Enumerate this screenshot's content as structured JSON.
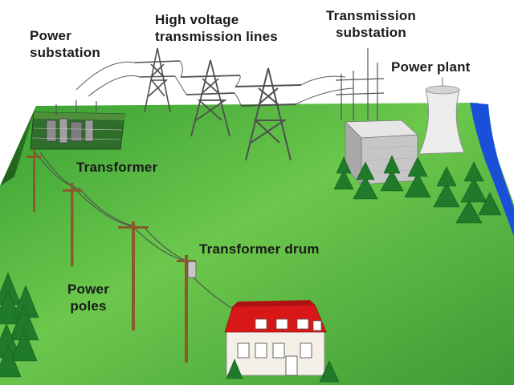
{
  "labels": {
    "power_substation": [
      "Power",
      "substation"
    ],
    "high_voltage_lines": [
      "High voltage",
      "transmission lines"
    ],
    "transmission_substation": [
      "Transmission",
      "substation"
    ],
    "power_plant": "Power plant",
    "transformer": "Transformer",
    "transformer_drum": "Transformer drum",
    "power_poles": [
      "Power",
      "poles"
    ]
  },
  "colors": {
    "grass_light": "#7ed957",
    "grass_dark": "#2f8a2a",
    "tree": "#1f7a2a",
    "river": "#1a4fd8",
    "roof": "#d81818",
    "tower": "#5a5a5a",
    "pole": "#8a5a2a",
    "plant_wall": "#c8c8c8",
    "cooling_tower": "#e8e8e8",
    "label_text": "#1a1a1a"
  }
}
